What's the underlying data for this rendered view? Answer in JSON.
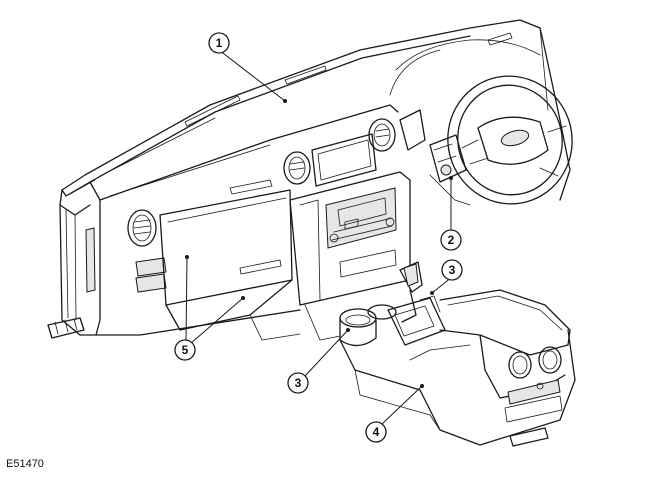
{
  "figure": {
    "id": "E51470"
  },
  "callouts": [
    {
      "label": "1"
    },
    {
      "label": "2"
    },
    {
      "label": "3"
    },
    {
      "label": "3"
    },
    {
      "label": "4"
    },
    {
      "label": "5"
    }
  ]
}
